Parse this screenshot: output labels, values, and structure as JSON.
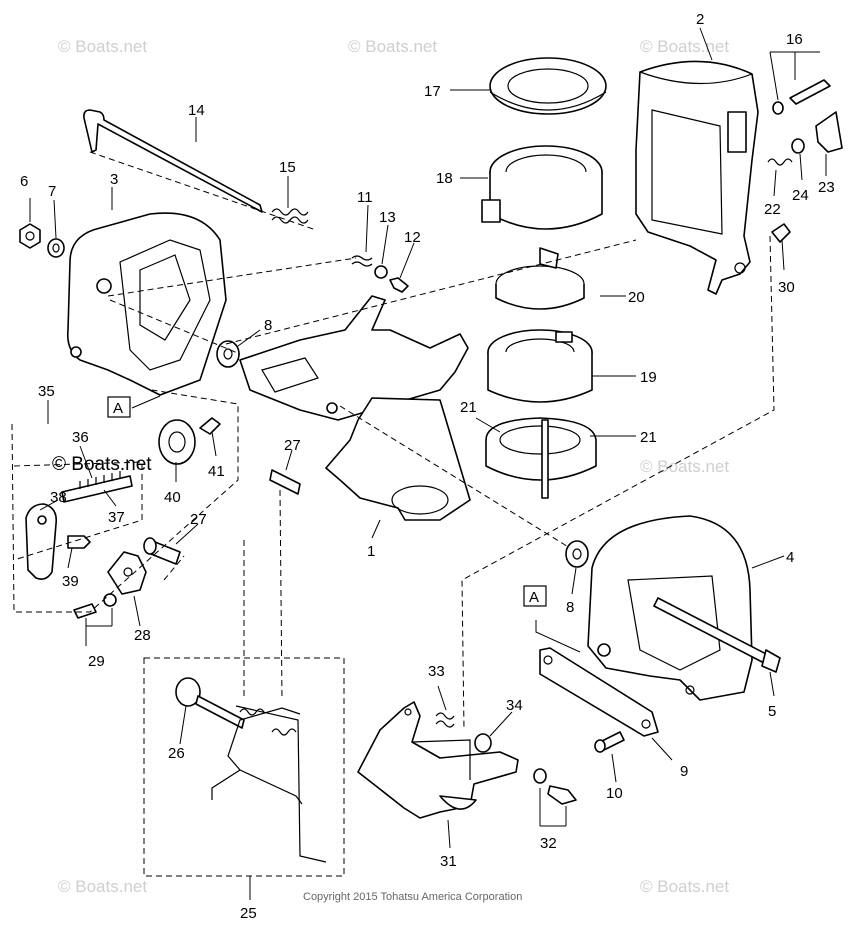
{
  "watermark": "© Boats.net",
  "copyright": "Copyright 2015 Tohatsu America Corporation",
  "reference_marker": "A",
  "callouts": [
    "1",
    "2",
    "3",
    "4",
    "5",
    "6",
    "7",
    "8",
    "9",
    "10",
    "11",
    "12",
    "13",
    "14",
    "15",
    "16",
    "17",
    "18",
    "19",
    "20",
    "21",
    "22",
    "23",
    "24",
    "25",
    "26",
    "27",
    "28",
    "29",
    "30",
    "31",
    "32",
    "33",
    "34",
    "35",
    "36",
    "37",
    "38",
    "39",
    "40",
    "41"
  ]
}
